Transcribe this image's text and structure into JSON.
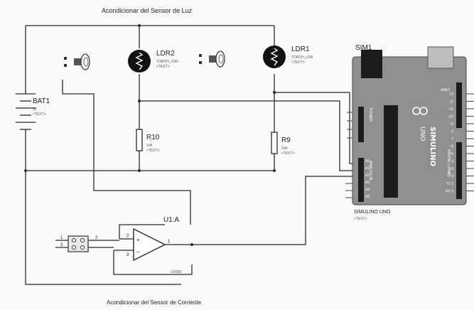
{
  "titles": {
    "top": "Acondicionar del Sensor de Luz",
    "bottom": "Acondicionar del Sensor de Corriente"
  },
  "battery": {
    "name": "BAT1",
    "value": "5V",
    "text": "<TEXT>"
  },
  "ldr2": {
    "name": "LDR2",
    "model": "TORCH_LDR",
    "text": "<TEXT>"
  },
  "ldr1": {
    "name": "LDR1",
    "model": "TORCH_LDR",
    "text": "<TEXT>"
  },
  "r10": {
    "name": "R10",
    "value": "10K",
    "text": "<TEXT>"
  },
  "r9": {
    "name": "R9",
    "value": "10K",
    "text": "<TEXT>"
  },
  "opamp": {
    "name": "U1:A",
    "model": "LM358",
    "pin_plus": "3",
    "pin_minus": "2",
    "pin_out": "1",
    "plus_sign": "+",
    "minus_sign": "−"
  },
  "connector": {
    "pin1": "1",
    "pin2": "2",
    "pin3": "3"
  },
  "arduino": {
    "ref": "SIM1",
    "caption": "SIMULINO UNO",
    "text": "<TEXT>",
    "board_logo": "SIMULINO",
    "board_model": "UNO",
    "aref": "AREF",
    "power_label": "POWER",
    "analog_label": "ANALOG IN",
    "digital_label": "DIGITAL (~PWM)",
    "analog_pins": [
      "A0",
      "A1",
      "A2",
      "A3",
      "A4",
      "A5"
    ],
    "digital_pins": [
      "13",
      "12",
      "~11",
      "~10",
      "~9",
      "8",
      "7",
      "~6",
      "~5",
      "4",
      "~3",
      "2",
      "TX 1",
      "RX 0"
    ]
  },
  "colors": {
    "wire": "#2a2a2a",
    "board": "#8f8f8f",
    "ldr_body": "#111111"
  }
}
